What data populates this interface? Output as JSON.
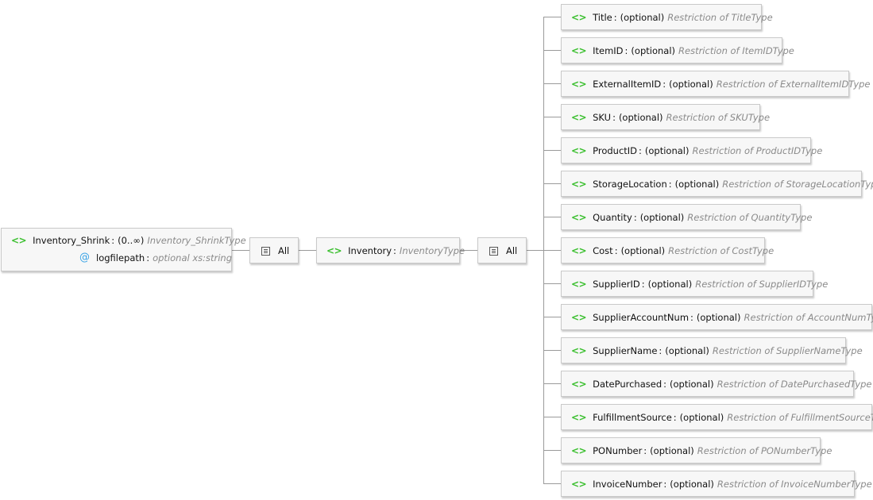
{
  "root": {
    "icon": "element-icon",
    "name": "Inventory_Shrink",
    "occurs": "(0..∞)",
    "type": "Inventory_ShrinkType",
    "attribute": {
      "icon": "attribute-icon",
      "name": "logfilepath",
      "type": "optional xs:string"
    }
  },
  "compositor1": {
    "label": "All"
  },
  "inventory": {
    "name": "Inventory",
    "type": "InventoryType"
  },
  "compositor2": {
    "label": "All"
  },
  "children": [
    {
      "name": "Title",
      "occurs": "(optional)",
      "type": "Restriction of TitleType"
    },
    {
      "name": "ItemID",
      "occurs": "(optional)",
      "type": "Restriction of ItemIDType"
    },
    {
      "name": "ExternalItemID",
      "occurs": "(optional)",
      "type": "Restriction of ExternalItemIDType"
    },
    {
      "name": "SKU",
      "occurs": "(optional)",
      "type": "Restriction of SKUType"
    },
    {
      "name": "ProductID",
      "occurs": "(optional)",
      "type": "Restriction of ProductIDType"
    },
    {
      "name": "StorageLocation",
      "occurs": "(optional)",
      "type": "Restriction of StorageLocationType"
    },
    {
      "name": "Quantity",
      "occurs": "(optional)",
      "type": "Restriction of QuantityType"
    },
    {
      "name": "Cost",
      "occurs": "(optional)",
      "type": "Restriction of CostType"
    },
    {
      "name": "SupplierID",
      "occurs": "(optional)",
      "type": "Restriction of SupplierIDType"
    },
    {
      "name": "SupplierAccountNum",
      "occurs": "(optional)",
      "type": "Restriction of AccountNumType"
    },
    {
      "name": "SupplierName",
      "occurs": "(optional)",
      "type": "Restriction of SupplierNameType"
    },
    {
      "name": "DatePurchased",
      "occurs": "(optional)",
      "type": "Restriction of DatePurchasedType"
    },
    {
      "name": "FulfillmentSource",
      "occurs": "(optional)",
      "type": "Restriction of FulfillmentSourceType"
    },
    {
      "name": "PONumber",
      "occurs": "(optional)",
      "type": "Restriction of PONumberType"
    },
    {
      "name": "InvoiceNumber",
      "occurs": "(optional)",
      "type": "Restriction of InvoiceNumberType"
    }
  ]
}
